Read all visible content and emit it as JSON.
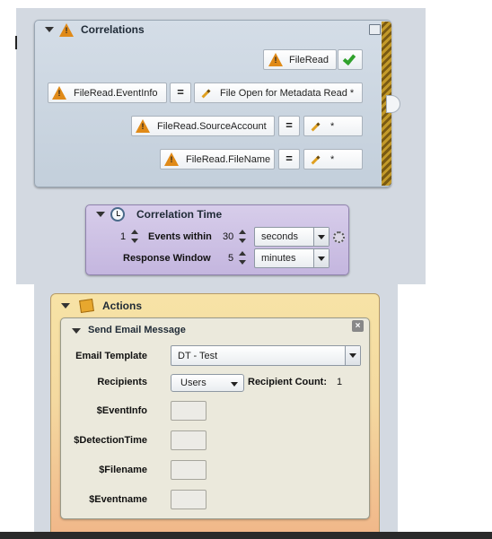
{
  "correlations": {
    "title": "Correlations",
    "rules": [
      {
        "left": "FileRead"
      },
      {
        "left": "FileRead.EventInfo",
        "op": "=",
        "value": "File Open for Metadata Read *"
      },
      {
        "left": "FileRead.SourceAccount",
        "op": "=",
        "value": "*"
      },
      {
        "left": "FileRead.FileName",
        "op": "=",
        "value": "*"
      }
    ],
    "warning_glyph": "!"
  },
  "correlation_time": {
    "title": "Correlation Time",
    "events_count": "1",
    "events_within_label": "Events within",
    "within_value": "30",
    "within_unit": "seconds",
    "response_window_label": "Response Window",
    "response_value": "5",
    "response_unit": "minutes"
  },
  "actions": {
    "title": "Actions",
    "send_email": {
      "title": "Send Email Message",
      "close_glyph": "×",
      "email_template_label": "Email Template",
      "email_template_value": "DT - Test",
      "recipients_label": "Recipients",
      "recipients_value": "Users",
      "recipient_count_label": "Recipient Count:",
      "recipient_count": "1",
      "params": [
        {
          "label": "$EventInfo"
        },
        {
          "label": "$DetectionTime"
        },
        {
          "label": "$Filename"
        },
        {
          "label": "$Eventname"
        }
      ]
    }
  },
  "icons": [
    "collapse-triangle-icon",
    "warning-icon",
    "check-icon",
    "pencil-icon",
    "clock-icon",
    "gear-icon",
    "actions-icon",
    "close-icon",
    "dropdown-arrow-icon",
    "spinner-icon",
    "corner-expand-icon"
  ],
  "colors": {
    "correlations_bg": "#c9d3de",
    "time_bg": "#cbbfe3",
    "actions_bg": "#f4d9a0",
    "warning": "#e08a18",
    "check": "#2fa12c"
  }
}
